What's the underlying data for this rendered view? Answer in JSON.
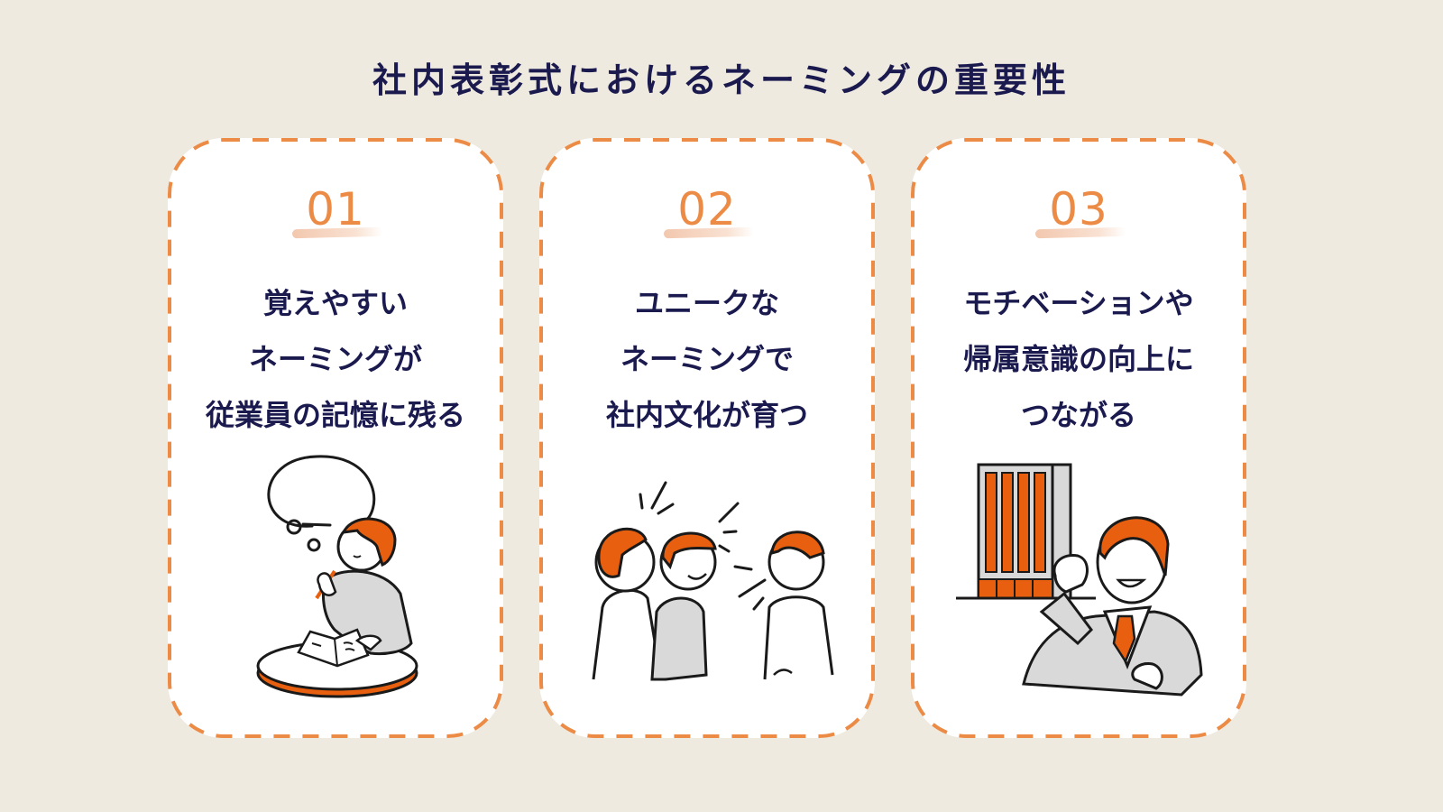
{
  "title": "社内表彰式におけるネーミングの重要性",
  "colors": {
    "background": "#EFEAE0",
    "card": "#FFFFFF",
    "accent_orange": "#EC8B45",
    "illustration_orange": "#E8600F",
    "text_navy": "#1B1A4F",
    "illustration_gray": "#D9D9D9"
  },
  "cards": [
    {
      "number": "01",
      "lines": [
        "覚えやすい",
        "ネーミングが",
        "従業員の記憶に残る"
      ],
      "illustration": "person-thinking-at-table-with-book"
    },
    {
      "number": "02",
      "lines": [
        "ユニークな",
        "ネーミングで",
        "社内文化が育つ"
      ],
      "illustration": "three-people-chatting-laughing"
    },
    {
      "number": "03",
      "lines": [
        "モチベーションや",
        "帰属意識の向上に",
        "つながる"
      ],
      "illustration": "businessman-fist-pump-with-building"
    }
  ]
}
